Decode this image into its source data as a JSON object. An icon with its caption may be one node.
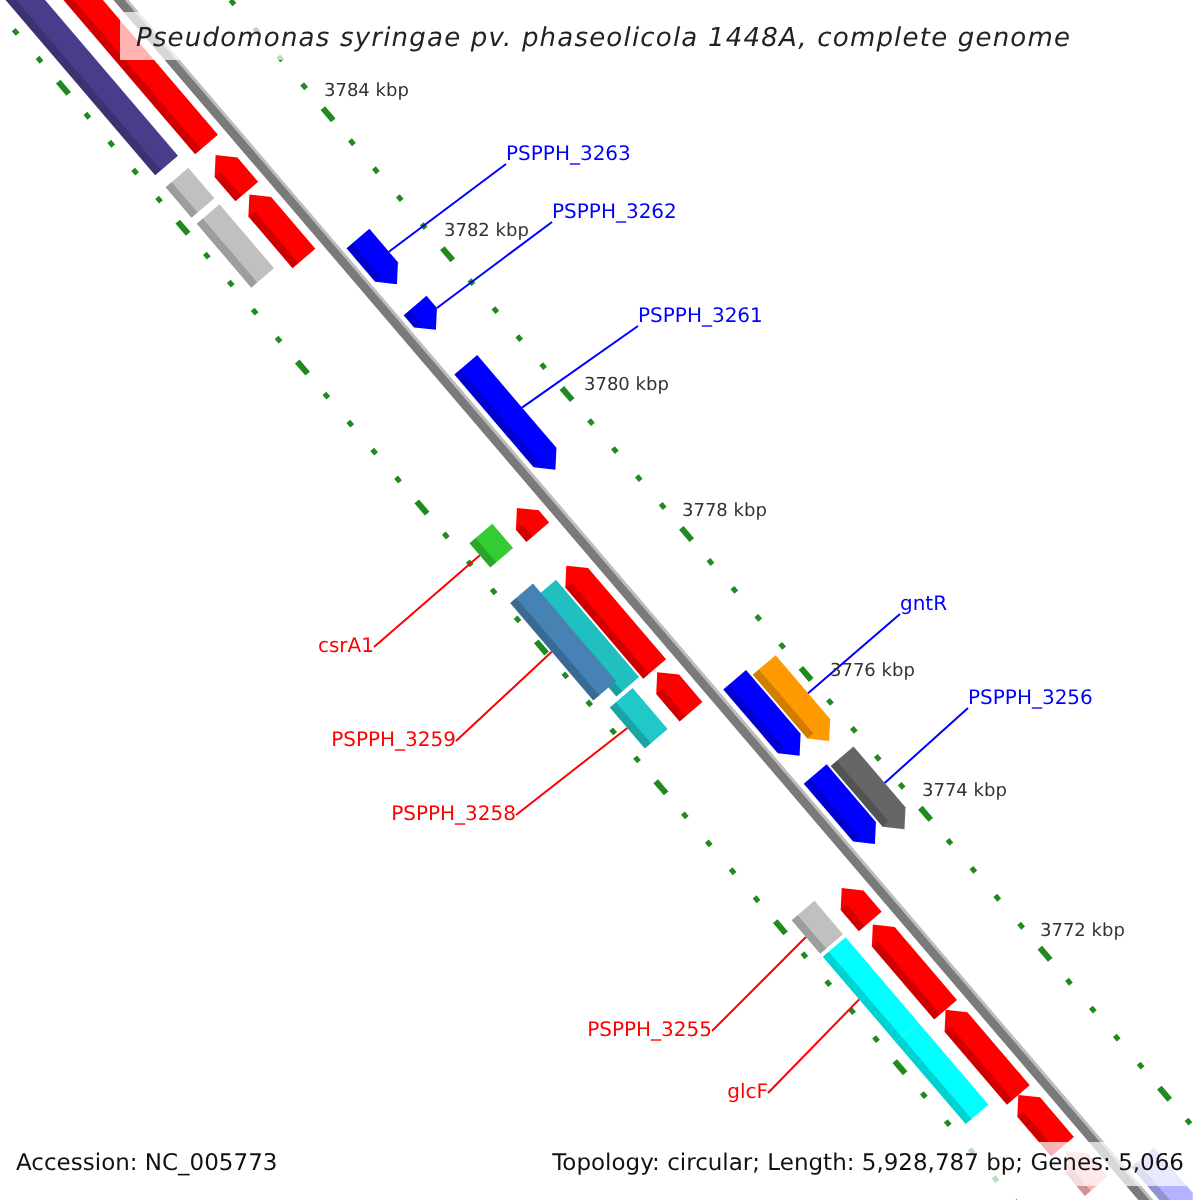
{
  "diagram": {
    "title": "Pseudomonas syringae pv. phaseolicola 1448A, complete genome",
    "nodes": [
      {
        "text": [
          "PSPPH_3263"
        ]
      },
      {
        "text": [
          "PSPPH_3262"
        ]
      },
      {
        "text": [
          "PSPPH_3261"
        ]
      },
      {
        "text": [
          "csrA1"
        ]
      },
      {
        "text": [
          "gntR"
        ]
      },
      {
        "text": [
          "PSPPH_3259"
        ]
      },
      {
        "text": [
          "PSPPH_3256"
        ]
      },
      {
        "text": [
          "PSPPH_3258"
        ]
      },
      {
        "text": [
          "PSPPH_3255"
        ]
      },
      {
        "text": [
          "glcF"
        ]
      },
      {
        "text": [],
        "shape": "bar"
      },
      {
        "text": [],
        "shape": "pentagon"
      },
      {
        "text": [],
        "shape": "bar"
      },
      {
        "text": [],
        "shape": "pentagon"
      },
      {
        "text": [],
        "shape": "bar"
      },
      {
        "text": [],
        "shape": "pentagon"
      },
      {
        "text": [],
        "shape": "pentagon"
      },
      {
        "text": [],
        "shape": "pentagon"
      },
      {
        "text": [],
        "shape": "pentagon"
      },
      {
        "text": [],
        "shape": "bar"
      },
      {
        "text": [],
        "shape": "pentagon"
      },
      {
        "text": [],
        "shape": "bar"
      },
      {
        "text": [],
        "shape": "bar"
      },
      {
        "text": [],
        "shape": "pentagon"
      },
      {
        "text": [],
        "shape": "bar"
      },
      {
        "text": [],
        "shape": "pentagon"
      },
      {
        "text": [],
        "shape": "pentagon"
      },
      {
        "text": [],
        "shape": "pentagon"
      },
      {
        "text": [],
        "shape": "pentagon"
      },
      {
        "text": [],
        "shape": "pentagon"
      },
      {
        "text": [],
        "shape": "bar"
      },
      {
        "text": [],
        "shape": "pentagon"
      },
      {
        "text": [],
        "shape": "bar"
      },
      {
        "text": [],
        "shape": "pentagon"
      },
      {
        "text": [],
        "shape": "bar"
      },
      {
        "text": [],
        "shape": "pentagon"
      },
      {
        "text": [],
        "shape": "pentagon"
      },
      {
        "text": [],
        "shape": "pentagon"
      },
      {
        "text": [],
        "shape": "pentagon"
      }
    ],
    "edges": [
      {
        "from": 0,
        "to": 16,
        "arrow": "none",
        "color": "#0000ff"
      },
      {
        "from": 1,
        "to": 17,
        "arrow": "none",
        "color": "#0000ff"
      },
      {
        "from": 2,
        "to": 18,
        "arrow": "none",
        "color": "#0000ff"
      },
      {
        "from": 3,
        "to": 19,
        "arrow": "none",
        "color": "#ff0000"
      },
      {
        "from": 4,
        "to": 27,
        "arrow": "none",
        "color": "#0000ff"
      },
      {
        "from": 5,
        "to": 22,
        "arrow": "none",
        "color": "#ff0000"
      },
      {
        "from": 6,
        "to": 29,
        "arrow": "none",
        "color": "#0000ff"
      },
      {
        "from": 7,
        "to": 24,
        "arrow": "none",
        "color": "#ff0000"
      },
      {
        "from": 8,
        "to": 30,
        "arrow": "none",
        "color": "#ff0000"
      },
      {
        "from": 9,
        "to": 32,
        "arrow": "none",
        "color": "#ff0000"
      }
    ],
    "labels": [
      "3784 kbp",
      "3782 kbp",
      "3780 kbp",
      "3778 kbp",
      "3776 kbp",
      "3774 kbp",
      "3772 kbp",
      "Accession: NC_005773",
      "Topology: circular; Length: 5,928,787 bp; Genes: 5,066"
    ]
  }
}
